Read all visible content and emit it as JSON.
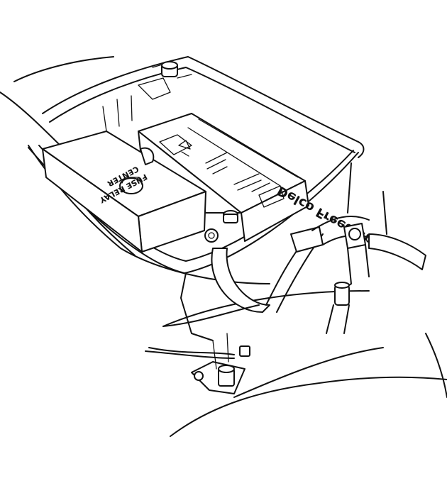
{
  "battery": {
    "brand": "Delco Freedom",
    "cover_label_line1": "FUSE RELAY",
    "cover_label_line2": "CENTER"
  },
  "colors": {
    "line": "#111111",
    "background": "#ffffff"
  },
  "icons": [
    "recycle-icon",
    "hex-bolt-icon"
  ]
}
